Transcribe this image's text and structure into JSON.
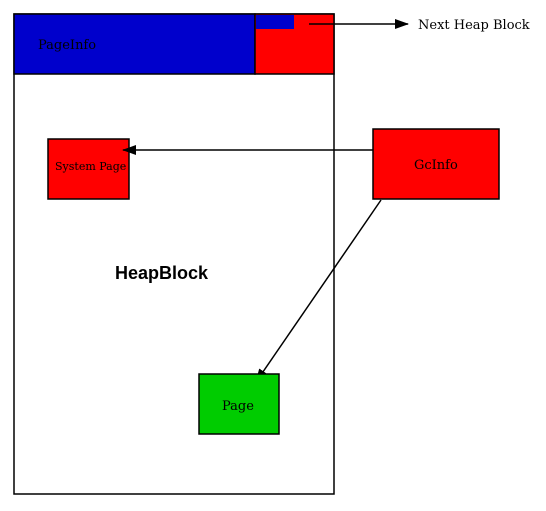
{
  "diagram": {
    "heap_block_label": "HeapBlock",
    "page_info_label": "PageInfo",
    "next_heap_block_label": "Next Heap Block",
    "system_page_label": "System Page",
    "gc_info_label": "GcInfo",
    "page_label": "Page"
  },
  "colors": {
    "page_info_fill": "#0000cc",
    "red_fill": "#ff0000",
    "page_fill": "#00cc00",
    "stroke": "#000000",
    "background": "#ffffff"
  }
}
